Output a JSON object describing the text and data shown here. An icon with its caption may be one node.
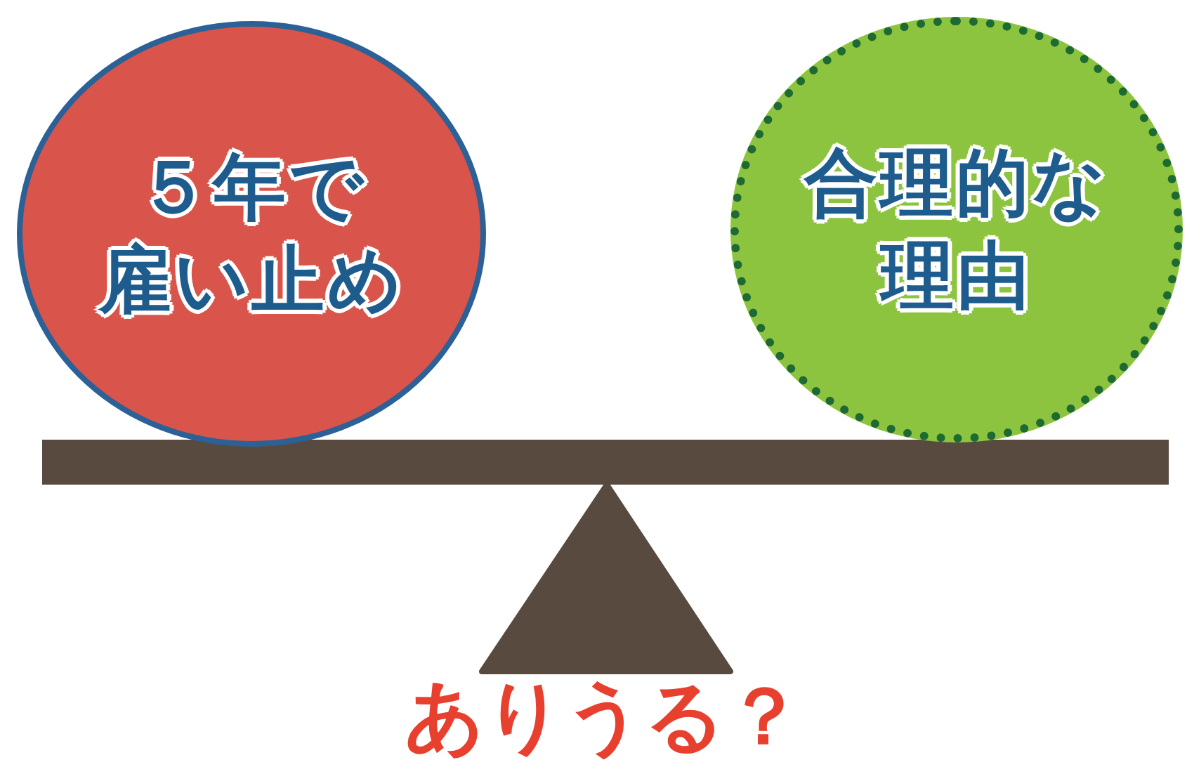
{
  "diagram": {
    "nodes": [
      {
        "text": [
          "５年で雇い止め"
        ]
      },
      {
        "text": [
          "合理的な理由"
        ]
      }
    ],
    "labels": [
      "ありうる？"
    ]
  }
}
